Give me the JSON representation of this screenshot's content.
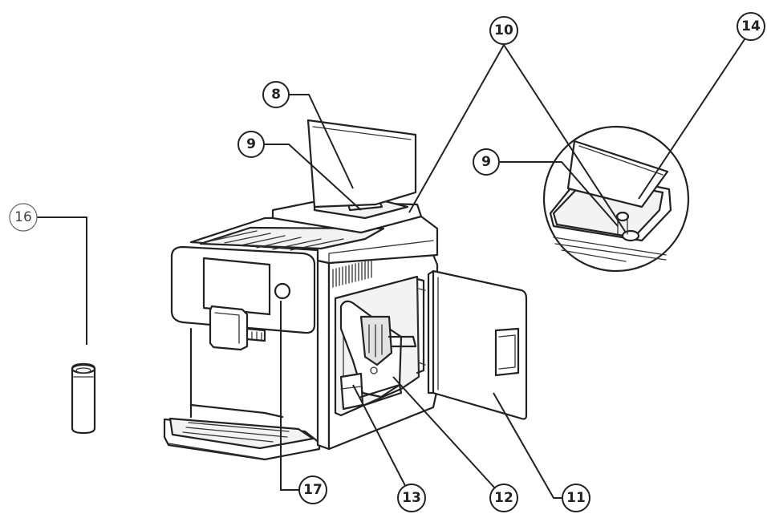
{
  "callouts": {
    "c8": "8",
    "c9_top": "9",
    "c9_detail": "9",
    "c10": "10",
    "c11": "11",
    "c12": "12",
    "c13": "13",
    "c14": "14",
    "c16": "16",
    "c17": "17"
  }
}
